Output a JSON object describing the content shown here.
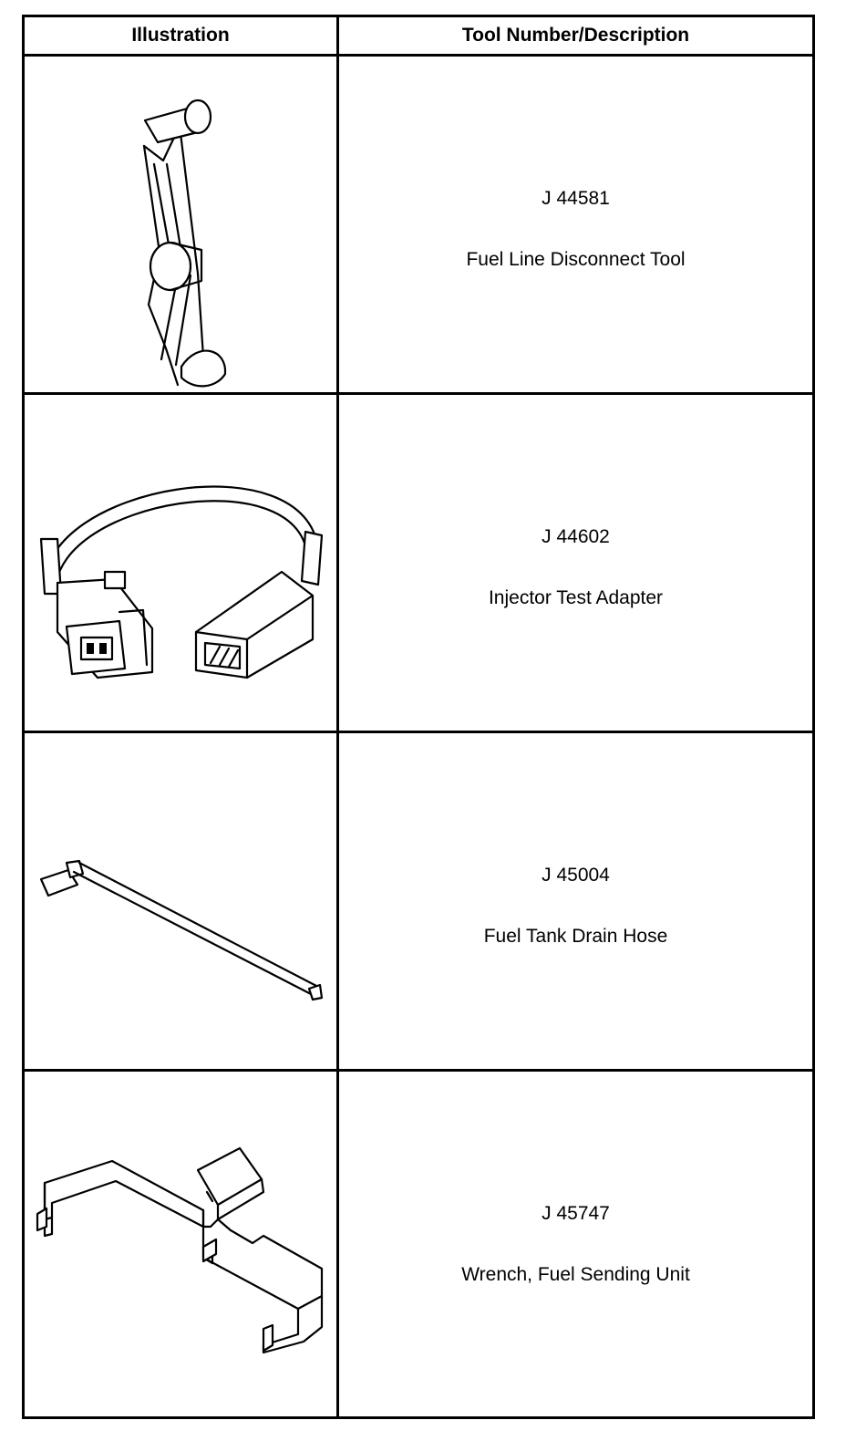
{
  "header": {
    "illustration": "Illustration",
    "tool": "Tool Number/Description"
  },
  "rows": [
    {
      "number": "J 44581",
      "description": "Fuel Line Disconnect Tool",
      "icon": "fuel-line-disconnect-tool-icon"
    },
    {
      "number": "J 44602",
      "description": "Injector Test Adapter",
      "icon": "injector-test-adapter-icon"
    },
    {
      "number": "J 45004",
      "description": "Fuel Tank Drain Hose",
      "icon": "fuel-tank-drain-hose-icon"
    },
    {
      "number": "J 45747",
      "description": "Wrench, Fuel Sending Unit",
      "icon": "fuel-sending-unit-wrench-icon"
    }
  ]
}
